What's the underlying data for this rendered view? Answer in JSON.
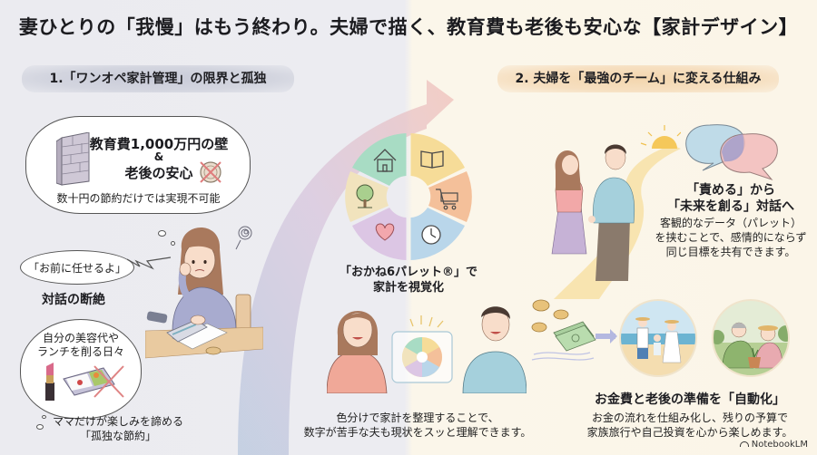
{
  "title": "妻ひとりの「我慢」はもう終わり。夫婦で描く、教育費も老後も安心な【家計デザイン】",
  "colors": {
    "left_bg": "#ececf1",
    "right_bg": "#fbf5e8",
    "left_banner": "#ccceda",
    "right_banner": "#f3d6ae",
    "arc_start": "#b7c6dd",
    "arc_end": "#efc1bd"
  },
  "left_section": {
    "banner": "1.「ワンオペ家計管理」の限界と孤独",
    "cloud": {
      "line1": "教育費1,000万円の壁",
      "amp": "&",
      "line2": "老後の安心",
      "note": "数十円の節約だけでは実現不可能"
    },
    "speech": "「お前に任せるよ」",
    "disconnect": "対話の断絶",
    "thought": {
      "line1": "自分の美容代や",
      "line2": "ランチを削る日々"
    },
    "caption": {
      "line1": "ママだけが楽しみを諦める",
      "line2": "「孤独な節約」"
    }
  },
  "center_section": {
    "wheel": {
      "segments": [
        {
          "name": "housing",
          "icon": "house-icon",
          "color": "#a8dcc4"
        },
        {
          "name": "education",
          "icon": "book-icon",
          "color": "#f6dc98"
        },
        {
          "name": "shopping",
          "icon": "cart-icon",
          "color": "#f4c09a"
        },
        {
          "name": "time",
          "icon": "clock-icon",
          "color": "#b9d6ea"
        },
        {
          "name": "love",
          "icon": "heart-icon",
          "color": "#dcc6e4"
        },
        {
          "name": "growth",
          "icon": "tree-icon",
          "color": "#f1e3bd"
        }
      ]
    },
    "label": {
      "line1": "「おかね6パレット®」で",
      "line2": "家計を視覚化"
    },
    "caption": {
      "line1": "色分けで家計を整理することで、",
      "line2": "数字が苦手な夫も現状をスッと理解できます。"
    }
  },
  "right_section": {
    "banner": "2. 夫婦を「最強のチーム」に変える仕組み",
    "dialogue": {
      "heading1": "「責める」から",
      "heading2": "「未来を創る」対話へ",
      "body1": "客観的なデータ（パレット）",
      "body2": "を挟むことで、感情的にならず",
      "body3": "同じ目標を共有できます。"
    },
    "automation": {
      "heading": "お金費と老後の準備を「自動化」",
      "body1": "お金の流れを仕組み化し、残りの予算で",
      "body2": "家族旅行や自己投資を心から楽しめます。"
    }
  },
  "footer": {
    "brand": "NotebookLM"
  }
}
